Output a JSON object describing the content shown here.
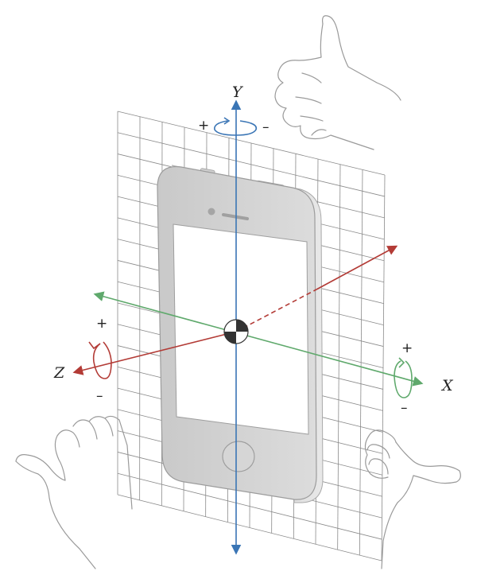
{
  "diagram": {
    "axes": [
      {
        "id": "y",
        "label": "Y",
        "color": "#3a75b5",
        "plus": "+",
        "minus": "–"
      },
      {
        "id": "x",
        "label": "X",
        "color": "#5fa96c",
        "plus": "+",
        "minus": "–"
      },
      {
        "id": "z",
        "label": "Z",
        "color": "#b33b36",
        "plus": "+",
        "minus": "–"
      }
    ],
    "device": "iphone",
    "icons": [
      "thumbs-up-hand",
      "right-hand-curl",
      "left-hand-curl",
      "center-of-mass-icon"
    ]
  }
}
